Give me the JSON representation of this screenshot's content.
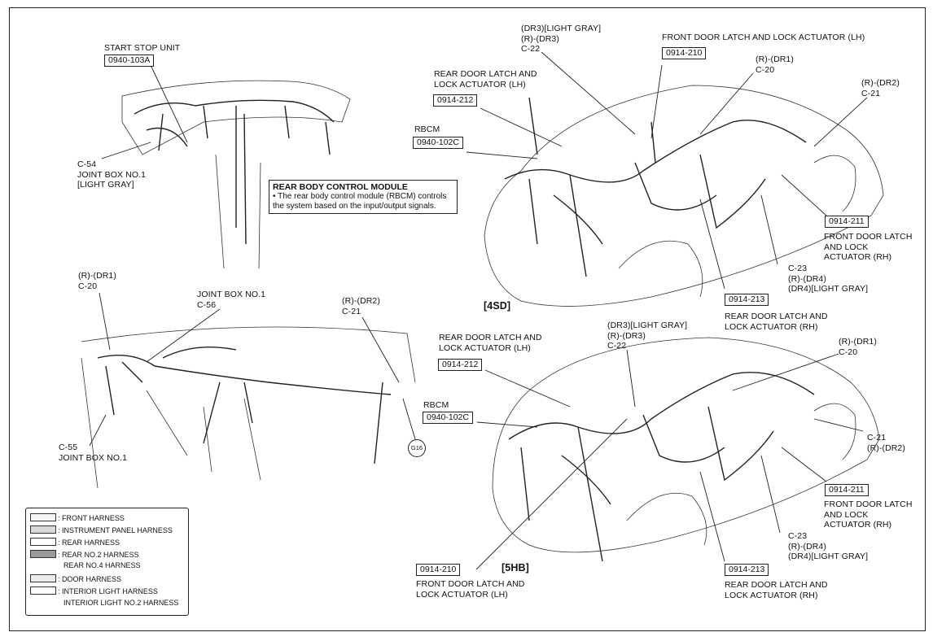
{
  "views": {
    "sedan": "[4SD]",
    "hatchback": "[5HB]"
  },
  "top_left": {
    "start_stop_unit": "START STOP UNIT",
    "start_stop_code": "0940-103A",
    "c54": "C-54\nJOINT BOX NO.1\n[LIGHT GRAY]"
  },
  "info_box": {
    "title": "REAR BODY CONTROL MODULE",
    "text": "• The rear body control module (RBCM) controls\nthe system based on the input/output signals."
  },
  "middle_left": {
    "c20": "(R)-(DR1)\nC-20",
    "c56": "JOINT BOX NO.1\nC-56",
    "c21": "(R)-(DR2)\nC-21",
    "c55": "C-55\nJOINT BOX NO.1",
    "ground": "G16"
  },
  "sd": {
    "c22": "(DR3)[LIGHT GRAY]\n(R)-(DR3)\nC-22",
    "front_lh": "FRONT DOOR LATCH AND LOCK ACTUATOR (LH)",
    "front_lh_code": "0914-210",
    "rear_lh": "REAR DOOR LATCH AND\nLOCK ACTUATOR (LH)",
    "rear_lh_code": "0914-212",
    "rbcm": "RBCM",
    "rbcm_code": "0940-102C",
    "c20": "(R)-(DR1)\nC-20",
    "c21": "(R)-(DR2)\nC-21",
    "front_rh_code": "0914-211",
    "front_rh": "FRONT DOOR LATCH\nAND LOCK\nACTUATOR (RH)",
    "c23": "C-23\n(R)-(DR4)\n(DR4)[LIGHT GRAY]",
    "rear_rh_code": "0914-213",
    "rear_rh": "REAR DOOR LATCH AND\nLOCK ACTUATOR (RH)"
  },
  "hb": {
    "rear_lh": "REAR DOOR LATCH AND\nLOCK ACTUATOR (LH)",
    "rear_lh_code": "0914-212",
    "c22": "(DR3)[LIGHT GRAY]\n(R)-(DR3)\nC-22",
    "c20": "(R)-(DR1)\nC-20",
    "rbcm": "RBCM",
    "rbcm_code": "0940-102C",
    "c21": "C-21\n(R)-(DR2)",
    "front_rh_code": "0914-211",
    "front_rh": "FRONT DOOR LATCH\nAND LOCK\nACTUATOR (RH)",
    "c23": "C-23\n(R)-(DR4)\n(DR4)[LIGHT GRAY]",
    "front_lh_code": "0914-210",
    "front_lh": "FRONT DOOR LATCH AND\nLOCK ACTUATOR (LH)",
    "rear_rh_code": "0914-213",
    "rear_rh": "REAR DOOR LATCH AND\nLOCK ACTUATOR (RH)"
  },
  "legend": [
    {
      "label": ": FRONT HARNESS",
      "swatch": "#f4f4f4"
    },
    {
      "label": ": INSTRUMENT PANEL HARNESS",
      "swatch": "#d9d9d9"
    },
    {
      "label": ": REAR HARNESS",
      "swatch": "#ffffff"
    },
    {
      "label": ": REAR NO.2 HARNESS",
      "swatch": "#9a9a9a"
    },
    {
      "label": "REAR NO.4 HARNESS",
      "swatch": ""
    },
    {
      "label": ": DOOR HARNESS",
      "swatch": "#ececec"
    },
    {
      "label": ": INTERIOR LIGHT HARNESS",
      "swatch": "#ffffff"
    },
    {
      "label": "INTERIOR LIGHT NO.2 HARNESS",
      "swatch": ""
    }
  ]
}
